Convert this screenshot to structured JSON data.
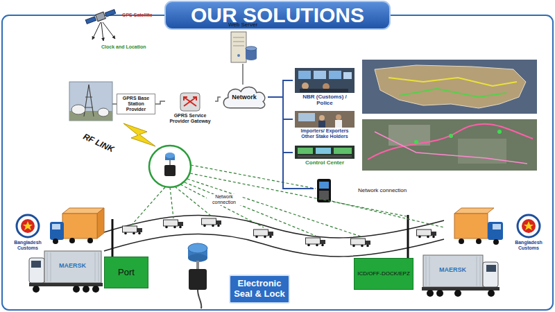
{
  "diagram": {
    "title": "OUR SOLUTIONS",
    "nodes": [
      {
        "text": [
          "Web Server"
        ]
      },
      {
        "text": [
          "GPRS Base Station Provider"
        ]
      },
      {
        "text": [
          "GPRS Service Provider Gateway"
        ]
      },
      {
        "text": [
          "Network"
        ]
      },
      {
        "text": [
          "NBR (Customs) / Police"
        ]
      },
      {
        "text": [
          "Importers/ Exporters Other Stake Holders"
        ]
      },
      {
        "text": [
          "Control Center"
        ]
      },
      {
        "text": [
          "Network connection"
        ]
      },
      {
        "text": [
          "Port"
        ]
      },
      {
        "text": [
          "ICD/OFF-DOCK/EPZ"
        ]
      },
      {
        "text": [
          "Electronic Seal & Lock"
        ]
      }
    ],
    "edges": [
      {
        "from": 0,
        "to": 3,
        "arrow": "none"
      },
      {
        "from": 1,
        "to": 2,
        "arrow": "none"
      },
      {
        "from": 2,
        "to": 3,
        "arrow": "none"
      },
      {
        "from": 3,
        "to": 4,
        "arrow": "none"
      },
      {
        "from": 3,
        "to": 5,
        "arrow": "none"
      },
      {
        "from": 3,
        "to": 6,
        "arrow": "none"
      },
      {
        "from": 3,
        "to": 7,
        "arrow": "none"
      }
    ],
    "labels": [
      "GPS Satellite",
      "Clock and Location",
      "RF LINK",
      "Network connection",
      "Bangladesh Customs",
      "Bangladesh Customs",
      "MAERSK",
      "MAERSK"
    ]
  }
}
